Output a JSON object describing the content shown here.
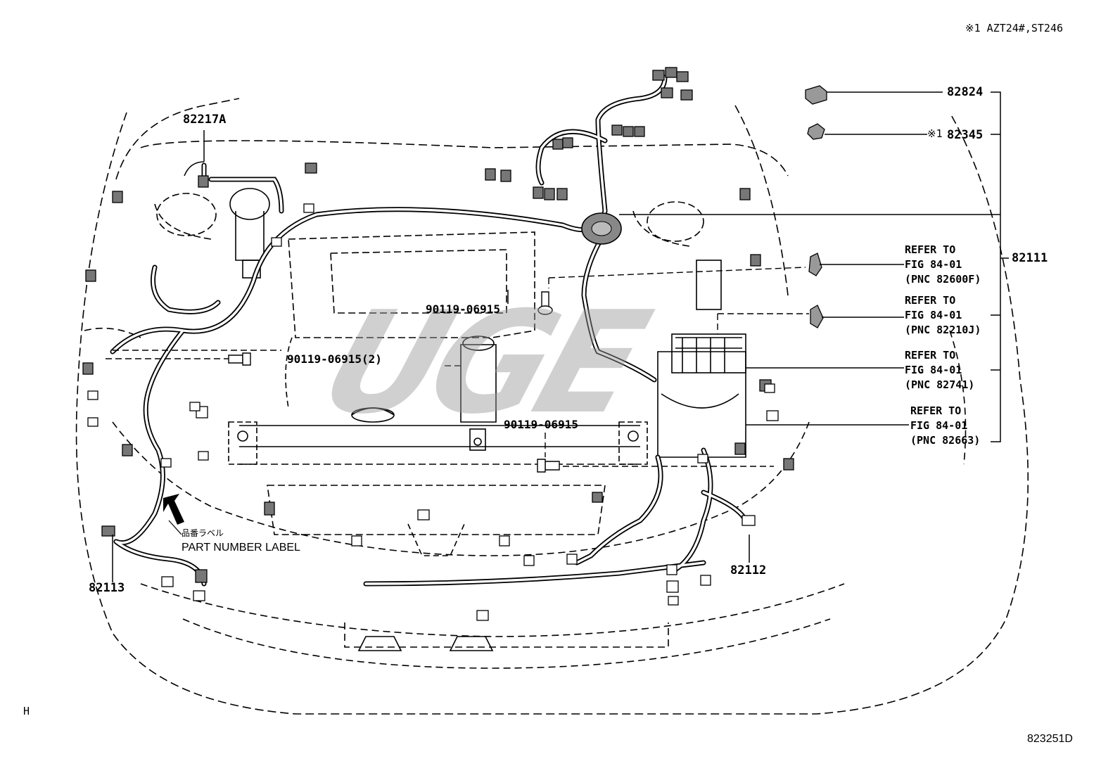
{
  "header": {
    "note": "※1 AZT24#,ST246"
  },
  "parts": {
    "p82824": "82824",
    "p82345_mark": "※1",
    "p82345": "82345",
    "p82217A": "82217A",
    "p82111": "82111",
    "p82113": "82113",
    "p82112": "82112",
    "bolt_a": "90119-06915",
    "bolt_b": "90119-06915(2)",
    "bolt_c": "90119-06915"
  },
  "refers": [
    {
      "line1": "REFER TO",
      "line2": "FIG 84-01",
      "line3": "(PNC 82600F)"
    },
    {
      "line1": "REFER TO",
      "line2": "FIG 84-01",
      "line3": "(PNC 82210J)"
    },
    {
      "line1": "REFER TO",
      "line2": "FIG 84-01",
      "line3": "(PNC 82741)"
    },
    {
      "line1": "REFER TO",
      "line2": "FIG 84-01",
      "line3": "(PNC 82663)"
    }
  ],
  "label": {
    "jp": "品番ラベル",
    "en": "PART NUMBER LABEL"
  },
  "footer": {
    "left_mark": "H",
    "code": "823251D"
  },
  "watermark": "UGE",
  "icons": [
    "arrow-icon",
    "bolt-icon",
    "connector-icon"
  ]
}
